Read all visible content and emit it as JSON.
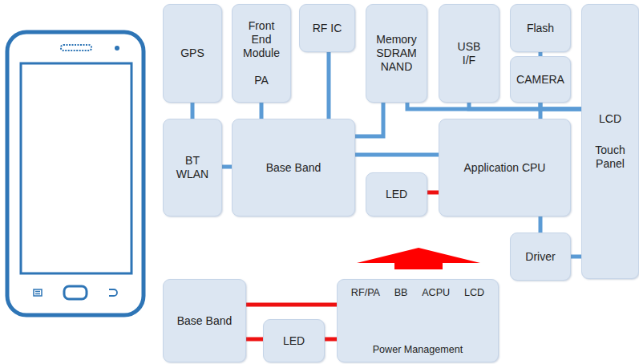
{
  "diagram": {
    "nodes": [
      {
        "text": [
          "GPS"
        ]
      },
      {
        "text": [
          "Front End Module",
          "PA"
        ]
      },
      {
        "text": [
          "RF IC"
        ]
      },
      {
        "text": [
          "Memory SDRAM NAND"
        ]
      },
      {
        "text": [
          "USB I/F"
        ]
      },
      {
        "text": [
          "Flash"
        ]
      },
      {
        "text": [
          "CAMERA"
        ]
      },
      {
        "text": [
          "LCD",
          "Touch Panel"
        ]
      },
      {
        "text": [
          "BT WLAN"
        ]
      },
      {
        "text": [
          "Base Band"
        ]
      },
      {
        "text": [
          "LED"
        ]
      },
      {
        "text": [
          "Application CPU"
        ]
      },
      {
        "text": [
          "Driver"
        ]
      },
      {
        "text": [
          "Base Band"
        ]
      },
      {
        "text": [
          "LED"
        ]
      },
      {
        "text": [
          "RF/PA",
          "BB",
          "ACPU",
          "LCD",
          "Power Management"
        ]
      }
    ],
    "edges": [
      {
        "from": 0,
        "to": 8,
        "arrow": "none"
      },
      {
        "from": 8,
        "to": 9,
        "arrow": "none"
      },
      {
        "from": 1,
        "to": 9,
        "arrow": "none"
      },
      {
        "from": 2,
        "to": 9,
        "arrow": "none"
      },
      {
        "from": 9,
        "to": 3,
        "arrow": "none"
      },
      {
        "from": 9,
        "to": 11,
        "arrow": "none"
      },
      {
        "from": 3,
        "to": 7,
        "arrow": "none"
      },
      {
        "from": 4,
        "to": 7,
        "arrow": "none"
      },
      {
        "from": 5,
        "to": 6,
        "arrow": "none"
      },
      {
        "from": 6,
        "to": 7,
        "arrow": "none"
      },
      {
        "from": 6,
        "to": 11,
        "arrow": "none"
      },
      {
        "from": 10,
        "to": 11,
        "arrow": "none"
      },
      {
        "from": 11,
        "to": 12,
        "arrow": "none"
      },
      {
        "from": 12,
        "to": 7,
        "arrow": "none"
      },
      {
        "from": 13,
        "to": 15,
        "arrow": "none"
      },
      {
        "from": 13,
        "to": 14,
        "arrow": "none"
      },
      {
        "from": 14,
        "to": 15,
        "arrow": "none"
      }
    ]
  }
}
